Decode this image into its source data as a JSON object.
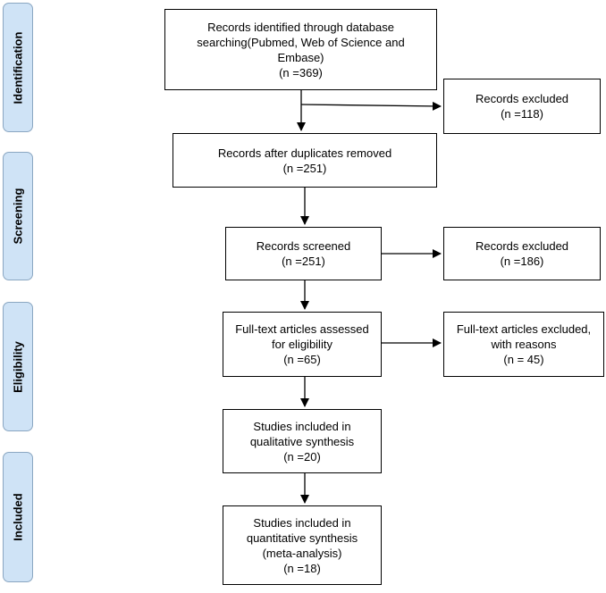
{
  "phases": {
    "identification": "Identification",
    "screening": "Screening",
    "eligibility": "Eligibility",
    "included": "Included"
  },
  "boxes": {
    "identified": [
      "Records identified through database",
      "searching(Pubmed, Web of Science and",
      "Embase)",
      "(n =369)"
    ],
    "excluded_1": [
      "Records excluded",
      "(n =118)"
    ],
    "after_duplicates": [
      "Records after duplicates removed",
      "(n =251)"
    ],
    "screened": [
      "Records screened",
      "(n =251)"
    ],
    "excluded_2": [
      "Records excluded",
      "(n =186)"
    ],
    "fulltext_assessed": [
      "Full-text articles assessed",
      "for eligibility",
      "(n =65)"
    ],
    "fulltext_excluded": [
      "Full-text articles excluded,",
      "with reasons",
      "(n = 45)"
    ],
    "qualitative": [
      "Studies included in",
      "qualitative synthesis",
      "(n =20)"
    ],
    "quantitative": [
      "Studies included in",
      "quantitative synthesis",
      "(meta-analysis)",
      "(n =18)"
    ]
  }
}
